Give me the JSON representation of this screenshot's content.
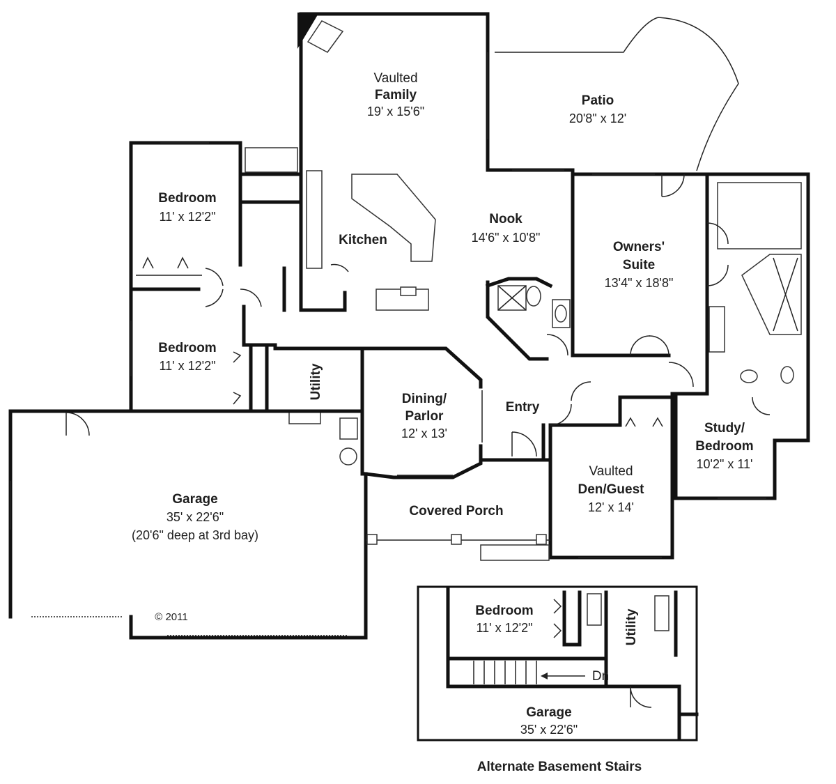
{
  "rooms": {
    "family": {
      "line1": "Vaulted",
      "name": "Family",
      "dims": "19' x 15'6\""
    },
    "patio": {
      "name": "Patio",
      "dims": "20'8\" x 12'"
    },
    "bedroom1": {
      "name": "Bedroom",
      "dims": "11' x 12'2\""
    },
    "kitchen": {
      "name": "Kitchen"
    },
    "nook": {
      "name": "Nook",
      "dims": "14'6\" x 10'8\""
    },
    "owners": {
      "name1": "Owners'",
      "name2": "Suite",
      "dims": "13'4\" x 18'8\""
    },
    "bedroom2": {
      "name": "Bedroom",
      "dims": "11' x 12'2\""
    },
    "utility": {
      "name": "Utility"
    },
    "dining": {
      "name1": "Dining/",
      "name2": "Parlor",
      "dims": "12' x 13'"
    },
    "entry": {
      "name": "Entry"
    },
    "study": {
      "name1": "Study/",
      "name2": "Bedroom",
      "dims": "10'2\" x 11'"
    },
    "den": {
      "line1": "Vaulted",
      "name": "Den/Guest",
      "dims": "12' x 14'"
    },
    "garage": {
      "name": "Garage",
      "dims": "35' x 22'6\"",
      "note": "(20'6\" deep at 3rd bay)"
    },
    "porch": {
      "name": "Covered Porch"
    }
  },
  "copyright": "© 2011",
  "inset": {
    "bedroom": {
      "name": "Bedroom",
      "dims": "11' x 12'2\""
    },
    "utility": {
      "name": "Utility"
    },
    "stairs": {
      "label": "Dn"
    },
    "garage": {
      "name": "Garage",
      "dims": "35' x 22'6\""
    },
    "caption": "Alternate Basement Stairs"
  }
}
